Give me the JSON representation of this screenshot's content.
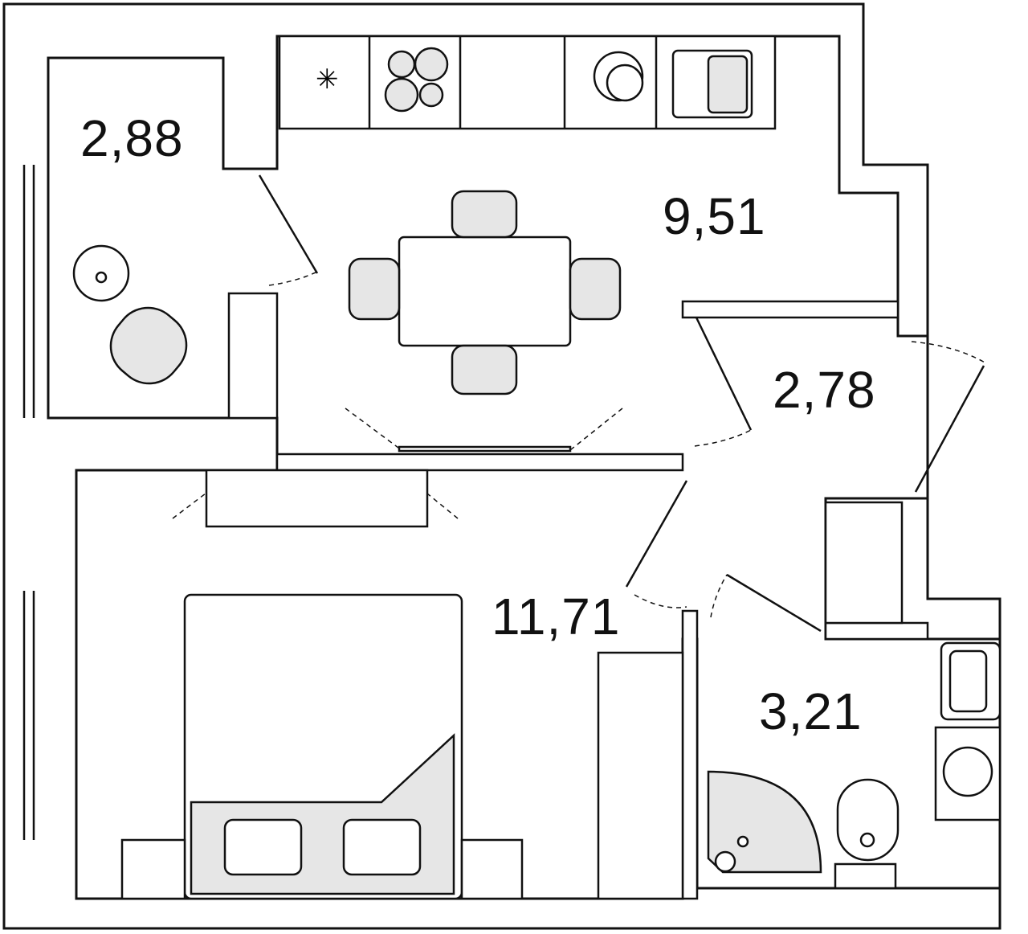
{
  "rooms": [
    {
      "name": "balcony",
      "area": "2,88"
    },
    {
      "name": "kitchen",
      "area": "9,51"
    },
    {
      "name": "hallway",
      "area": "2,78"
    },
    {
      "name": "bedroom",
      "area": "11,71"
    },
    {
      "name": "bathroom",
      "area": "3,21"
    }
  ]
}
